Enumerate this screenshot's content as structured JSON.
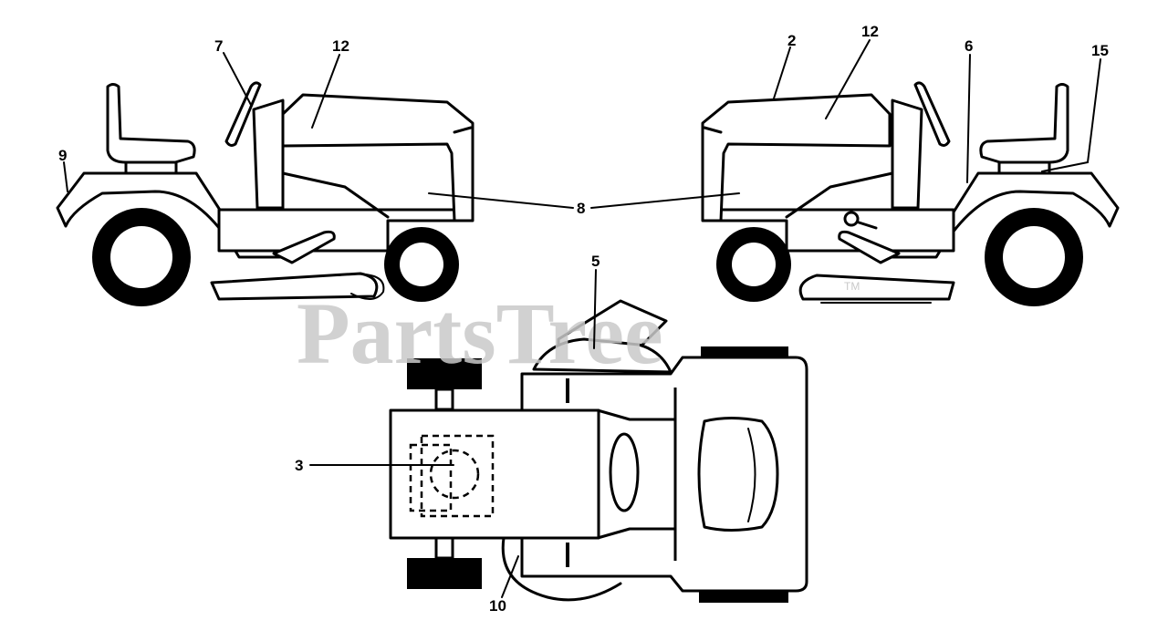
{
  "watermark": {
    "text": "PartsTree",
    "trademark": "TM"
  },
  "callouts": {
    "c7": "7",
    "c12_left": "12",
    "c9": "9",
    "c8": "8",
    "c2": "2",
    "c12_right": "12",
    "c6": "6",
    "c15": "15",
    "c5": "5",
    "c3": "3",
    "c10": "10"
  }
}
